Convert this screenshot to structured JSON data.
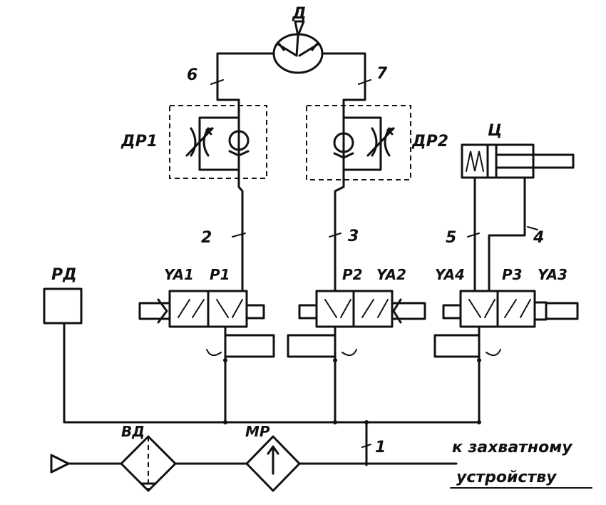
{
  "labels": {
    "motor": "Д",
    "throttle1": "ДР1",
    "throttle2": "ДР2",
    "cylinder": "Ц",
    "relay": "РД",
    "dryer": "ВД",
    "oiler": "МР",
    "line1": "1",
    "line2": "2",
    "line3": "3",
    "line4": "4",
    "line5": "5",
    "line6": "6",
    "line7": "7",
    "valve1": "Р1",
    "valve2": "Р2",
    "valve3": "Р3",
    "sol1": "YA1",
    "sol2": "YA2",
    "sol3": "YA3",
    "sol4": "YA4",
    "caption_line1": "к захватному",
    "caption_line2": "устройству"
  }
}
